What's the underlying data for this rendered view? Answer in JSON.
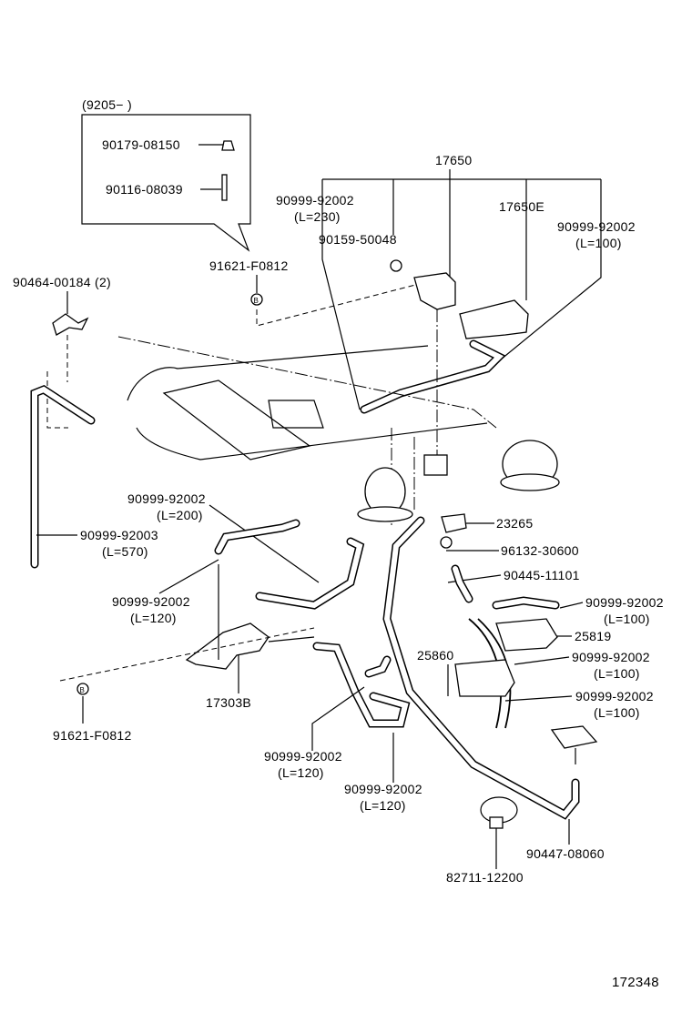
{
  "inset": {
    "date_range": "(9205−        )",
    "nut": "90179-08150",
    "stud": "90116-08039"
  },
  "labels": {
    "bolt_top": "91621-F0812",
    "clamp_2": "90464-00184 (2)",
    "vsv_assy": "17650",
    "hose_230": {
      "part": "90999-92002",
      "len": "(L=230)"
    },
    "screw": "90159-50048",
    "vsv_e": "17650E",
    "hose_100_top": {
      "part": "90999-92002",
      "len": "(L=100)"
    },
    "hose_200": {
      "part": "90999-92002",
      "len": "(L=200)"
    },
    "hose_570": {
      "part": "90999-92003",
      "len": "(L=570)"
    },
    "valve": "23265",
    "gasket": "96132-30600",
    "clip": "90445-11101",
    "hose_120_left": {
      "part": "90999-92002",
      "len": "(L=120)"
    },
    "hose_100_r1": {
      "part": "90999-92002",
      "len": "(L=100)"
    },
    "vsv_25819": "25819",
    "vsv_25860": "25860",
    "hose_100_r2": {
      "part": "90999-92002",
      "len": "(L=100)"
    },
    "bracket": "17303B",
    "hose_100_r3": {
      "part": "90999-92002",
      "len": "(L=100)"
    },
    "bolt_bottom": "91621-F0812",
    "hose_120_mid": {
      "part": "90999-92002",
      "len": "(L=120)"
    },
    "hose_120_low": {
      "part": "90999-92002",
      "len": "(L=120)"
    },
    "cap": "90447-08060",
    "band": "82711-12200",
    "b_mark": "B"
  },
  "figure_number": "172348"
}
